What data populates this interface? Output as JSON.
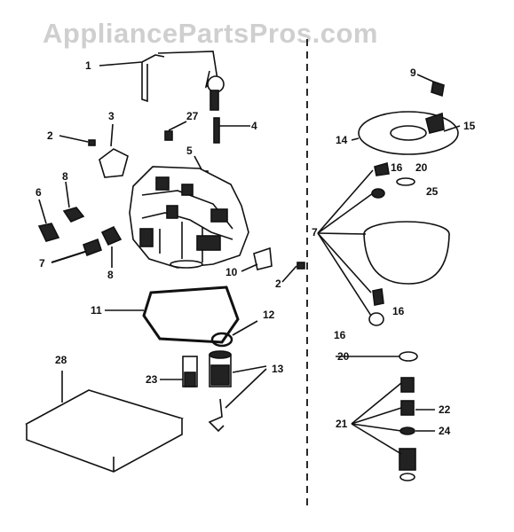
{
  "watermark": "AppliancePartsPros.com",
  "callouts": {
    "c1": "1",
    "c2a": "2",
    "c2b": "2",
    "c3": "3",
    "c4": "4",
    "c5": "5",
    "c6": "6",
    "c7a": "7",
    "c7b": "7",
    "c8a": "8",
    "c8b": "8",
    "c9": "9",
    "c10": "10",
    "c11": "11",
    "c12": "12",
    "c13": "13",
    "c14": "14",
    "c15": "15",
    "c16a": "16",
    "c16b": "16",
    "c16c": "16",
    "c20a": "20",
    "c20b": "20",
    "c21": "21",
    "c22": "22",
    "c23": "23",
    "c24": "24",
    "c25": "25",
    "c27": "27",
    "c28": "28"
  },
  "colors": {
    "ink": "#111111",
    "watermark": "#cfcfcf",
    "background": "#ffffff"
  }
}
